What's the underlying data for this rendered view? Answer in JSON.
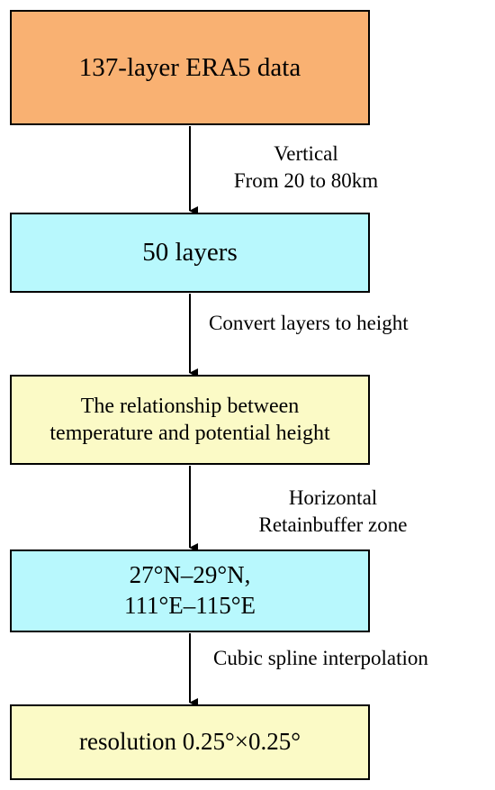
{
  "colors": {
    "box1_fill": "#f9b172",
    "box2_fill": "#b8f8fd",
    "box3_fill": "#fbfac6",
    "box4_fill": "#b8f8fd",
    "box5_fill": "#fbfac6",
    "line": "#000000"
  },
  "boxes": {
    "era5": {
      "text": "137-layer ERA5 data"
    },
    "layers": {
      "text": "50 layers"
    },
    "relationship": {
      "line1": "The relationship between",
      "line2": "temperature and potential height"
    },
    "region": {
      "line1": "27°N–29°N,",
      "line2": "111°E–115°E"
    },
    "resolution": {
      "text": "resolution 0.25°×0.25°"
    }
  },
  "steps": {
    "vertical": {
      "line1": "Vertical",
      "line2": "From 20 to 80km"
    },
    "convert": {
      "text": "Convert layers to height"
    },
    "horizontal": {
      "line1": "Horizontal",
      "line2": "Retainbuffer zone"
    },
    "cubic": {
      "text": "Cubic spline interpolation"
    }
  }
}
